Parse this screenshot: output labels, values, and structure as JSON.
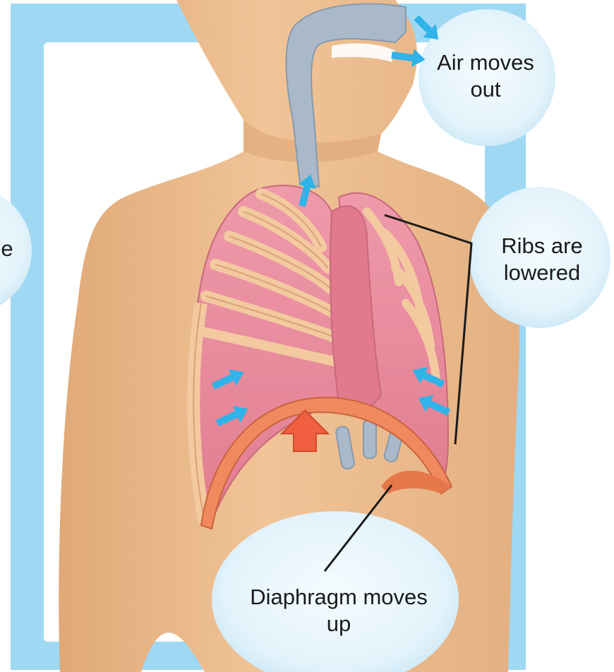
{
  "labels": {
    "air": [
      "Air moves",
      "out"
    ],
    "ribs": [
      "Ribs are",
      "lowered"
    ],
    "diaphragm": [
      "Diaphragm moves",
      "up"
    ],
    "left_fragment": "e"
  },
  "colors": {
    "frame_blue": "#9fd8f3",
    "skin": "#eab98c",
    "lung": "#e8899a",
    "rib": "#f3c9a0",
    "trachea": "#a9b9c9",
    "air_arrow": "#2fb3e8",
    "diaphragm_arrow": "#f06040",
    "bubble": "#e6f4fb"
  }
}
